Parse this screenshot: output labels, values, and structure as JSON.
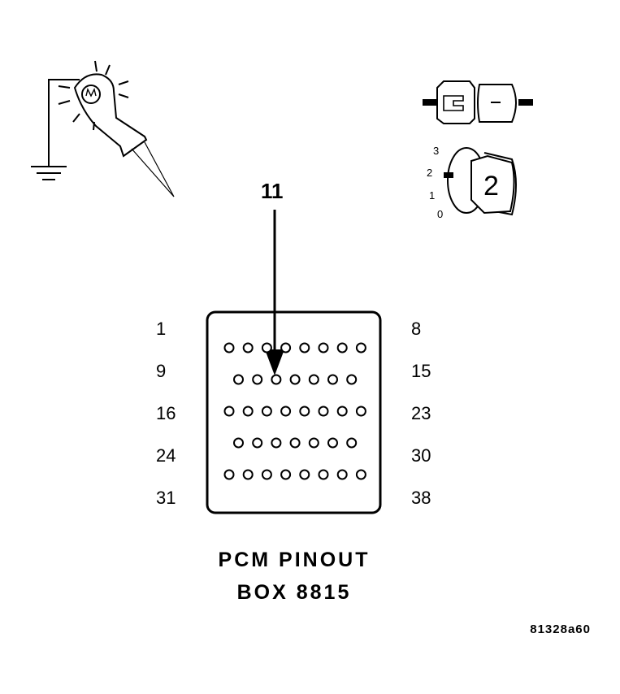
{
  "test_light": {
    "icon": "test-light-probe-icon"
  },
  "ignition": {
    "icon": "ignition-key-icon",
    "connector_icon": "disconnected-connector-icon",
    "positions": [
      "3",
      "2",
      "1",
      "0"
    ],
    "key_label": "2"
  },
  "arrow": {
    "pin_label": "11"
  },
  "connector": {
    "rows": [
      {
        "left": "1",
        "right": "8",
        "pins": 8
      },
      {
        "left": "9",
        "right": "15",
        "pins": 7
      },
      {
        "left": "16",
        "right": "23",
        "pins": 8
      },
      {
        "left": "24",
        "right": "30",
        "pins": 7
      },
      {
        "left": "31",
        "right": "38",
        "pins": 8
      }
    ]
  },
  "caption": {
    "line1": "PCM PINOUT",
    "line2": "BOX 8815"
  },
  "figure_code": "81328a60"
}
